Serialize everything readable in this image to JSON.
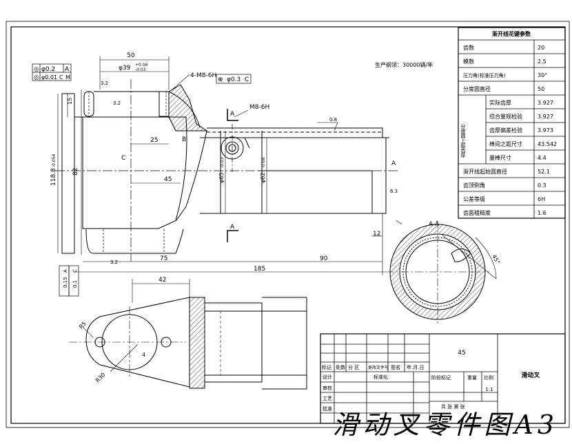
{
  "production_note": "生产纲领：30000辆/年",
  "section_label": "A-A",
  "section_marker": "A",
  "dimensions": {
    "width_50": "50",
    "bore_39": "φ39",
    "bore_39_upper": "+0.06",
    "bore_39_lower": "-0.03",
    "thread_4m8": "4-M8-6H",
    "thread_m8": "M8-6H",
    "gt_position": "φ0.3",
    "gt_position_ref": "C",
    "gt_block1_val1": "φ0.2",
    "gt_block1_ref1": "A",
    "gt_block1_val2": "φ0.01",
    "gt_block1_ref2": "C",
    "gt_block1_mod": "M",
    "rough_32": "3.2",
    "rough_08": "0.8",
    "rough_63": "6.3",
    "dim_15": "15",
    "dim_25": "25",
    "dim_45": "45",
    "dim_82": "82",
    "dim_118": "118.8",
    "dim_118_tol": "-0.054",
    "dim_d65": "φ65",
    "dim_d65_tol": "-0.03",
    "dim_d62": "φ62",
    "dim_d62_tol": "-0.08",
    "dim_12": "12",
    "dim_75": "75",
    "dim_90": "90",
    "dim_185": "185",
    "gt_left1_val": "0.15",
    "gt_left1_ref": "A",
    "gt_left2_val": "0.1",
    "gt_left2_ref": "C",
    "dim_42": "42",
    "dim_r5": "R5",
    "dim_r30": "R30",
    "dim_4": "4",
    "angle_45": "45°",
    "datum_c": "C",
    "datum_a": "A",
    "datum_b": "B"
  },
  "spline_table": {
    "title": "渐开线花键参数",
    "rows": [
      {
        "label": "齿数",
        "value": "20"
      },
      {
        "label": "模数",
        "value": "2.5"
      },
      {
        "label": "压力角(标准压力角)",
        "value": "30°"
      },
      {
        "label": "分度圆直径",
        "value": "50"
      }
    ],
    "group_label": "分度圆上弧齿厚",
    "group_rows": [
      {
        "label": "实际齿厚",
        "value": "3.927"
      },
      {
        "label": "综合量规检验",
        "value": "3.927"
      },
      {
        "label": "齿厚偏差检验",
        "value": "3.973"
      },
      {
        "label": "棒间之距尺寸",
        "value": "43.542"
      },
      {
        "label": "量棒尺寸",
        "value": "4.4"
      }
    ],
    "bottom_rows": [
      {
        "label": "渐开线起始圆直径",
        "value": "52.1"
      },
      {
        "label": "齿顶倒角",
        "value": "0.3"
      },
      {
        "label": "公差等级",
        "value": "6H"
      },
      {
        "label": "齿面粗糙度",
        "value": "1.6"
      }
    ]
  },
  "title_block": {
    "material": "45",
    "part_name": "滑动叉",
    "scale": "1:1",
    "row_headers": [
      "标记",
      "处数",
      "分 区",
      "更改文件号",
      "签名",
      "年.月.日"
    ],
    "left_rows": [
      "设计",
      "审核",
      "工艺",
      "批准"
    ],
    "std_label": "标准化",
    "stage_label": "阶段标记",
    "weight_label": "重量",
    "ratio_label": "比例",
    "sheet_label": "共  张  第  张"
  },
  "caption": "滑动叉零件图A3"
}
